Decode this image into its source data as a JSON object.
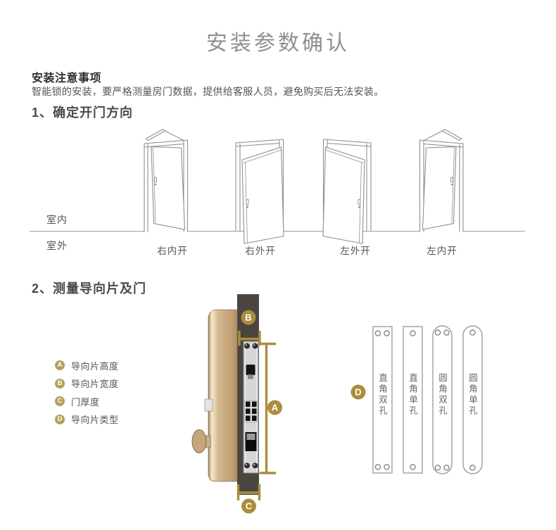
{
  "page": {
    "title": "安装参数确认"
  },
  "notes": {
    "heading": "安装注意事项",
    "body": "智能锁的安装，要严格测量房门数据，提供给客服人员，避免购买后无法安装。"
  },
  "section1": {
    "heading": "1、确定开门方向",
    "indoor_label": "室内",
    "outdoor_label": "室外",
    "doors": [
      {
        "label": "右内开",
        "swing": "right-inward"
      },
      {
        "label": "右外开",
        "swing": "right-outward"
      },
      {
        "label": "左外开",
        "swing": "left-outward"
      },
      {
        "label": "左内开",
        "swing": "left-inward"
      }
    ]
  },
  "section2": {
    "heading": "2、测量导向片及门",
    "legend": [
      {
        "key": "A",
        "label": "导向片高度"
      },
      {
        "key": "B",
        "label": "导向片宽度"
      },
      {
        "key": "C",
        "label": "门厚度"
      },
      {
        "key": "D",
        "label": "导向片类型"
      }
    ],
    "markers": {
      "A": "A",
      "B": "B",
      "C": "C",
      "D": "D"
    },
    "plates": [
      {
        "label": "直角双孔",
        "corner": "square",
        "holes": "double"
      },
      {
        "label": "直角单孔",
        "corner": "square",
        "holes": "single"
      },
      {
        "label": "圆角双孔",
        "corner": "round",
        "holes": "double"
      },
      {
        "label": "圆角单孔",
        "corner": "round",
        "holes": "single"
      }
    ]
  },
  "colors": {
    "accent_gold": "#ab8d3e",
    "legend_gold": "#b5a05c",
    "lock_body_champagne": "#c9ab82",
    "door_edge_strip": "#4a453f",
    "faceplate_silver": "#d6d6d6",
    "title_gray": "#8f8f8f",
    "text_dark": "#2d2d2d",
    "text_body": "#555555",
    "line_gray": "#a0a0a0"
  }
}
